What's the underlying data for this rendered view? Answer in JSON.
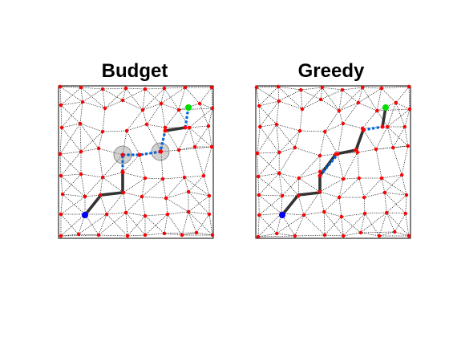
{
  "panels": [
    {
      "id": "left",
      "title": "Budget"
    },
    {
      "id": "right",
      "title": "Greedy"
    }
  ],
  "colors": {
    "node": "#ff0000",
    "edge": "#000000",
    "start": "#0000ff",
    "goal": "#00dd00",
    "solid_path": "#333333",
    "dashed_path": "#0066dd",
    "highlight_circle": "#9a9a9a",
    "frame": "#000000"
  },
  "icons": {
    "start": "blue-start-marker",
    "goal": "green-goal-marker"
  }
}
